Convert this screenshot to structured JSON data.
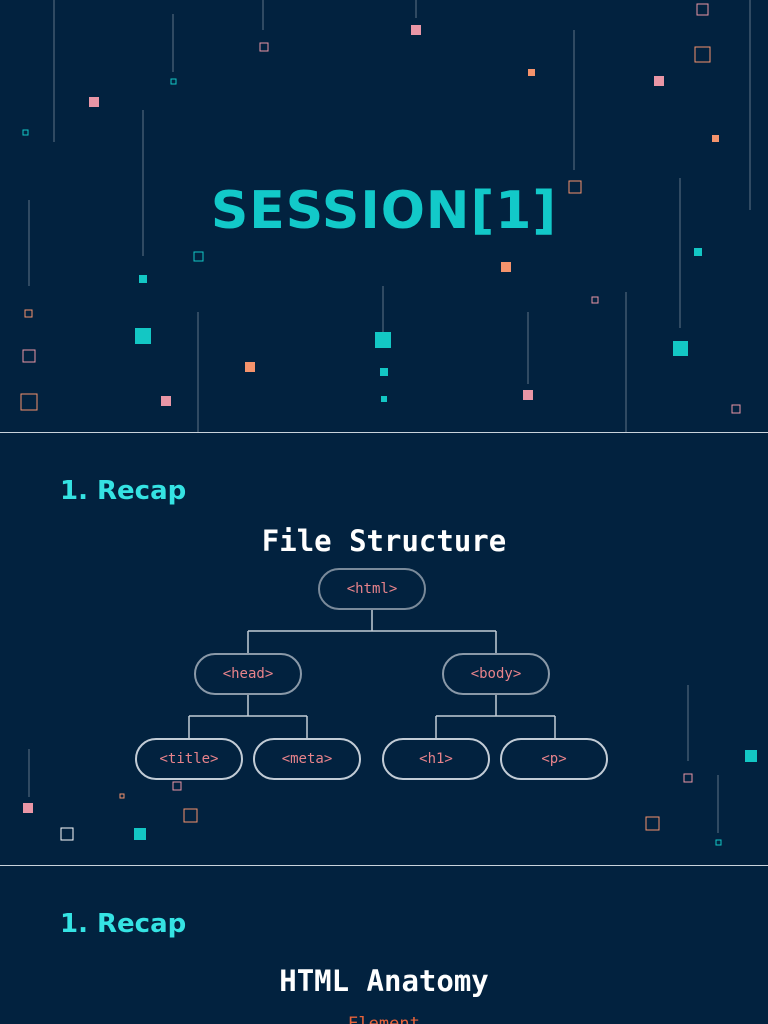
{
  "slide1": {
    "title": "SESSION[1]"
  },
  "slide2": {
    "section": "1. Recap",
    "title": "File Structure",
    "tree": {
      "root": "<html>",
      "head": "<head>",
      "body": "<body>",
      "title": "<title>",
      "meta": "<meta>",
      "h1": "<h1>",
      "p": "<p>"
    }
  },
  "slide3": {
    "section": "1. Recap",
    "title": "HTML Anatomy",
    "label": "Element"
  },
  "colors": {
    "background": "#02223f",
    "title_teal": "#12c9c9",
    "heading_cyan": "#35e3e3",
    "tag_pink": "#e8838b",
    "node_border": "#c2ccd6",
    "accent_teal": "#13c7c4",
    "accent_pink": "#e996a6",
    "accent_orange": "#f4936c"
  }
}
